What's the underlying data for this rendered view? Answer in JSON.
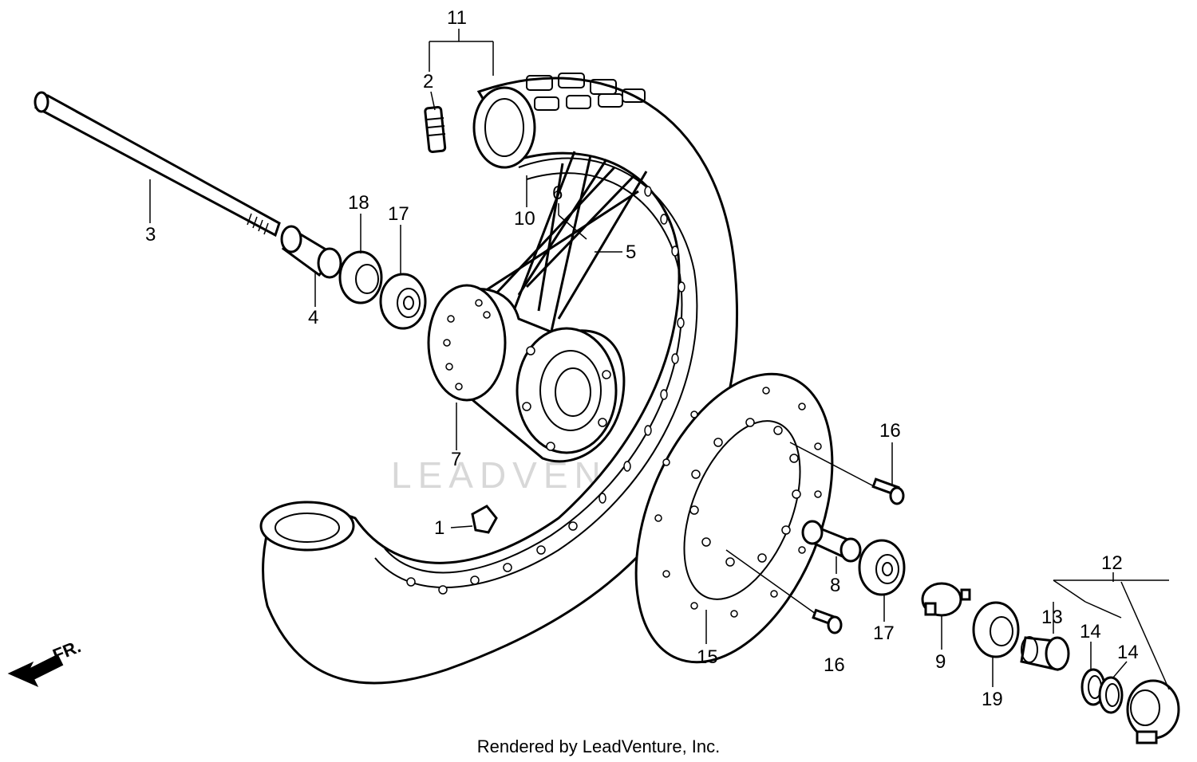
{
  "watermark": "LEADVENTURE",
  "footer": "Rendered by LeadVenture, Inc.",
  "direction_label": "FR.",
  "callouts": [
    "1",
    "2",
    "3",
    "4",
    "5",
    "6",
    "7",
    "8",
    "9",
    "10",
    "11",
    "12",
    "13",
    "14",
    "14",
    "15",
    "16",
    "16",
    "17",
    "17",
    "18",
    "19"
  ]
}
